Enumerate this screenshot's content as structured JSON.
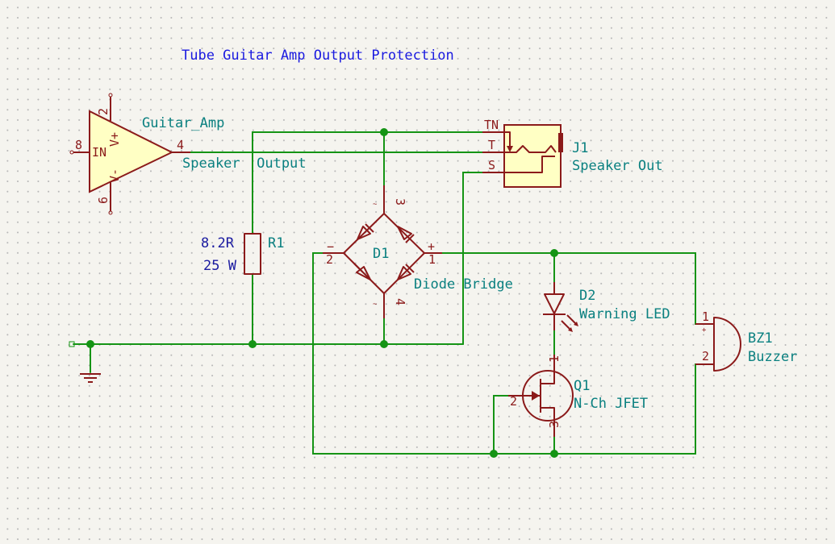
{
  "title": "Tube Guitar Amp Output Protection",
  "colors": {
    "wire": "#159415",
    "component": "#8b1a1a",
    "body_fill": "#ffffc4",
    "label": "#0a8080",
    "title": "#1a1ae0"
  },
  "amp": {
    "ref": "Guitar_Amp",
    "label_in": "IN",
    "label_vplus": "V+",
    "label_vminus": "V-",
    "pin_in": "8",
    "pin_out": "4",
    "pin_vplus": "2",
    "pin_vminus": "6",
    "net_label": "Speaker  Output"
  },
  "jack": {
    "ref": "J1",
    "value": "Speaker Out",
    "pin_tn": "TN",
    "pin_t": "T",
    "pin_s": "S"
  },
  "resistor": {
    "ref": "R1",
    "value": "8.2R",
    "power": "25 W"
  },
  "bridge": {
    "ref": "D1",
    "value": "Diode Bridge",
    "pin_plus": "1",
    "pin_minus": "2",
    "pin_ac1": "3",
    "pin_ac2": "4",
    "sign_minus": "−",
    "sign_plus": "+",
    "ac_mark": "~"
  },
  "led": {
    "ref": "D2",
    "value": "Warning LED"
  },
  "jfet": {
    "ref": "Q1",
    "value": "N-Ch JFET",
    "pin_drain": "1",
    "pin_gate": "2",
    "pin_source": "3"
  },
  "buzzer": {
    "ref": "BZ1",
    "value": "Buzzer",
    "pin1": "1",
    "pin2": "2",
    "plus": "+"
  }
}
